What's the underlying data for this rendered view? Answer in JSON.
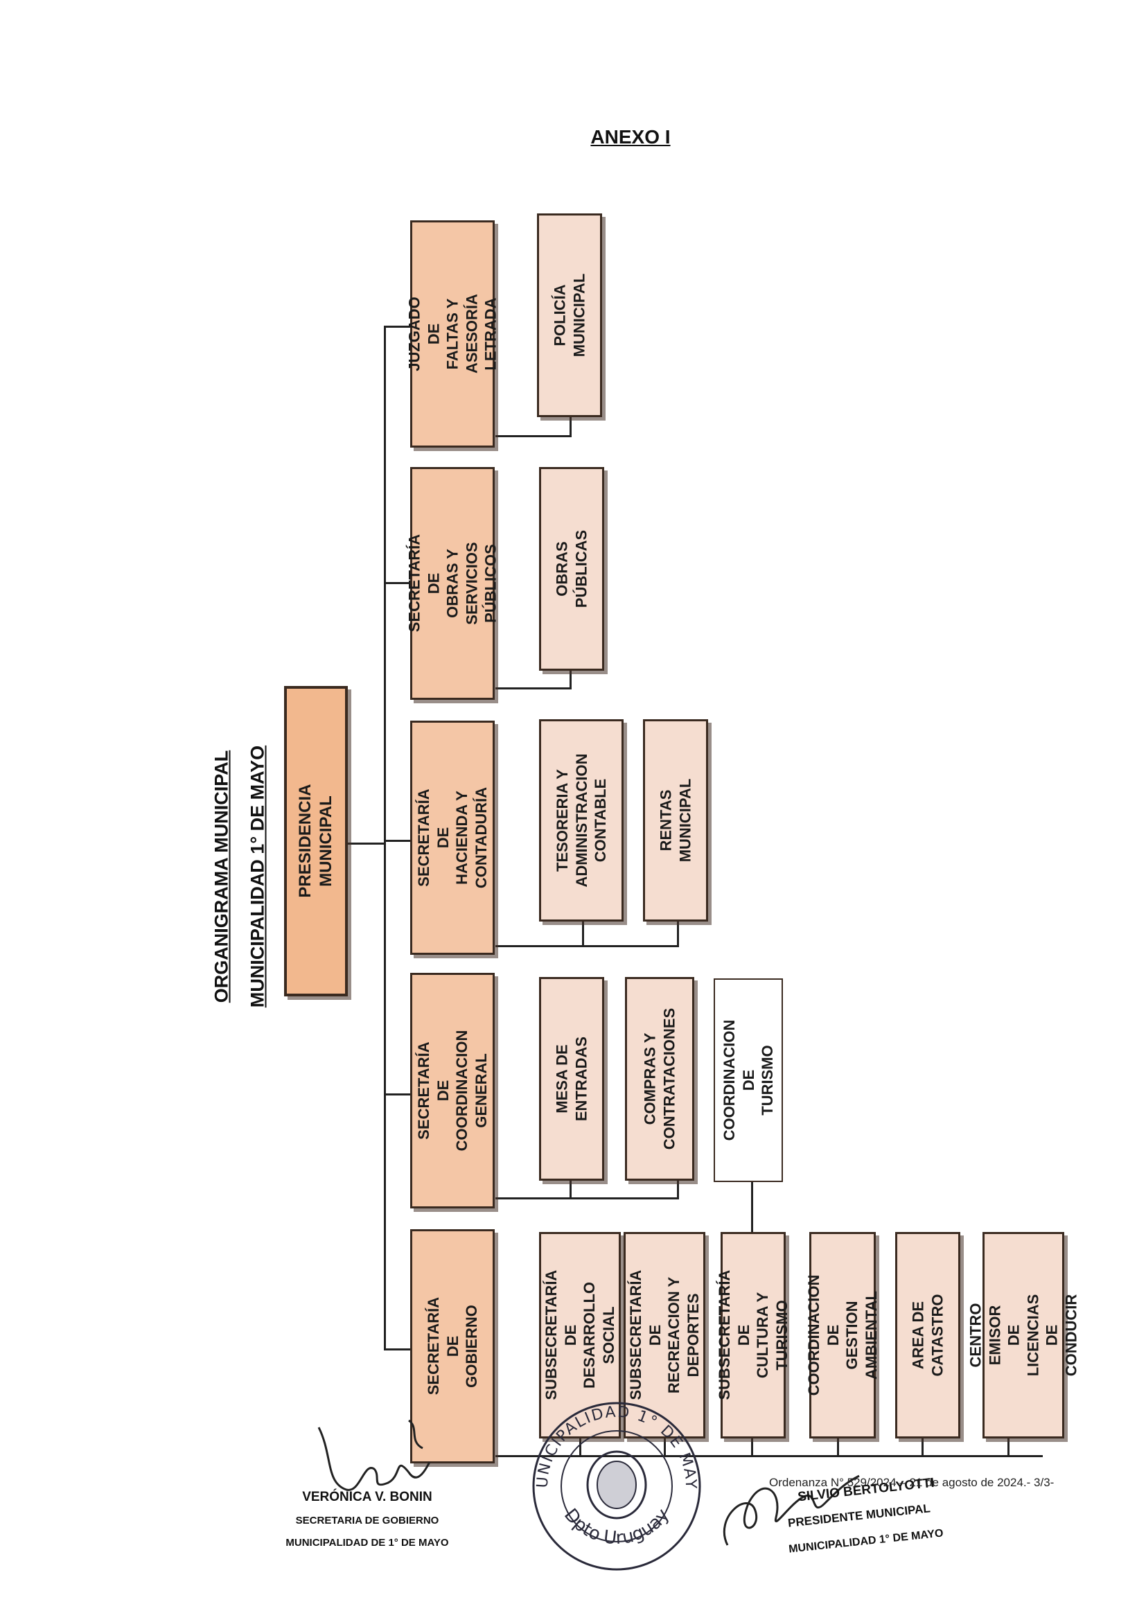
{
  "annex_title": "ANEXO I",
  "org_title_1": "ORGANIGRAMA MUNICIPAL",
  "org_title_2": "MUNICIPALIDAD  1° DE MAYO",
  "presidency": "PRESIDENCIA MUNICIPAL",
  "secretariats": [
    {
      "label": "JUZGADO DE FALTAS Y\nASESORÍA LETRADA"
    },
    {
      "label": "SECRETARÍA DE\nOBRAS Y SERVICIOS\nPÚBLICOS"
    },
    {
      "label": "SECRETARÍA DE\nHACIENDA Y\nCONTADURÍA"
    },
    {
      "label": "SECRETARÍA DE\nCOORDINACION\nGENERAL"
    },
    {
      "label": "SECRETARÍA DE\nGOBIERNO"
    }
  ],
  "subunits": {
    "juzgado": [
      "POLICÍA MUNICIPAL"
    ],
    "obras": [
      "OBRAS PÚBLICAS"
    ],
    "hacienda": [
      "TESORERIA Y\nADMINISTRACION\nCONTABLE",
      "RENTAS MUNICIPAL"
    ],
    "coordinacion": [
      "MESA DE ENTRADAS",
      "COMPRAS Y\nCONTRATACIONES"
    ],
    "gobierno": [
      "SUBSECRETARÍA DE\nDESARROLLO SOCIAL",
      "SUBSECRETARÍA DE\nRECREACION Y\nDEPORTES",
      "SUBSECRETARÍA DE\nCULTURA Y TURISMO",
      "COORDINACION DE\nGESTION AMBIENTAL",
      "AREA DE CATASTRO",
      "CENTRO EMISOR DE\nLICENCIAS DE\nCONDUCIR"
    ],
    "turismo": "COORDINACION DE\nTURISMO"
  },
  "signatures": {
    "left_name": "VERÓNICA V. BONIN",
    "left_role": "SECRETARIA DE GOBIERNO",
    "left_org": "MUNICIPALIDAD DE 1° DE MAYO",
    "right_name": "SILVIO BERTOLYOTTI",
    "right_role": "PRESIDENTE MUNICIPAL",
    "right_org": "MUNICIPALIDAD 1° DE MAYO"
  },
  "seal": {
    "top": "MUNICIPALIDAD 1° DE MAYO",
    "bottom": "Dpto Uruguay"
  },
  "footer": "Ordenanza N° 529/2024 – 21 de agosto de 2024.- 3/3-",
  "colors": {
    "presidency_fill": "#f2b88e",
    "secretariat_fill": "#f4c6a6",
    "subunit_fill": "#f5ddd0",
    "line": "#222222"
  }
}
